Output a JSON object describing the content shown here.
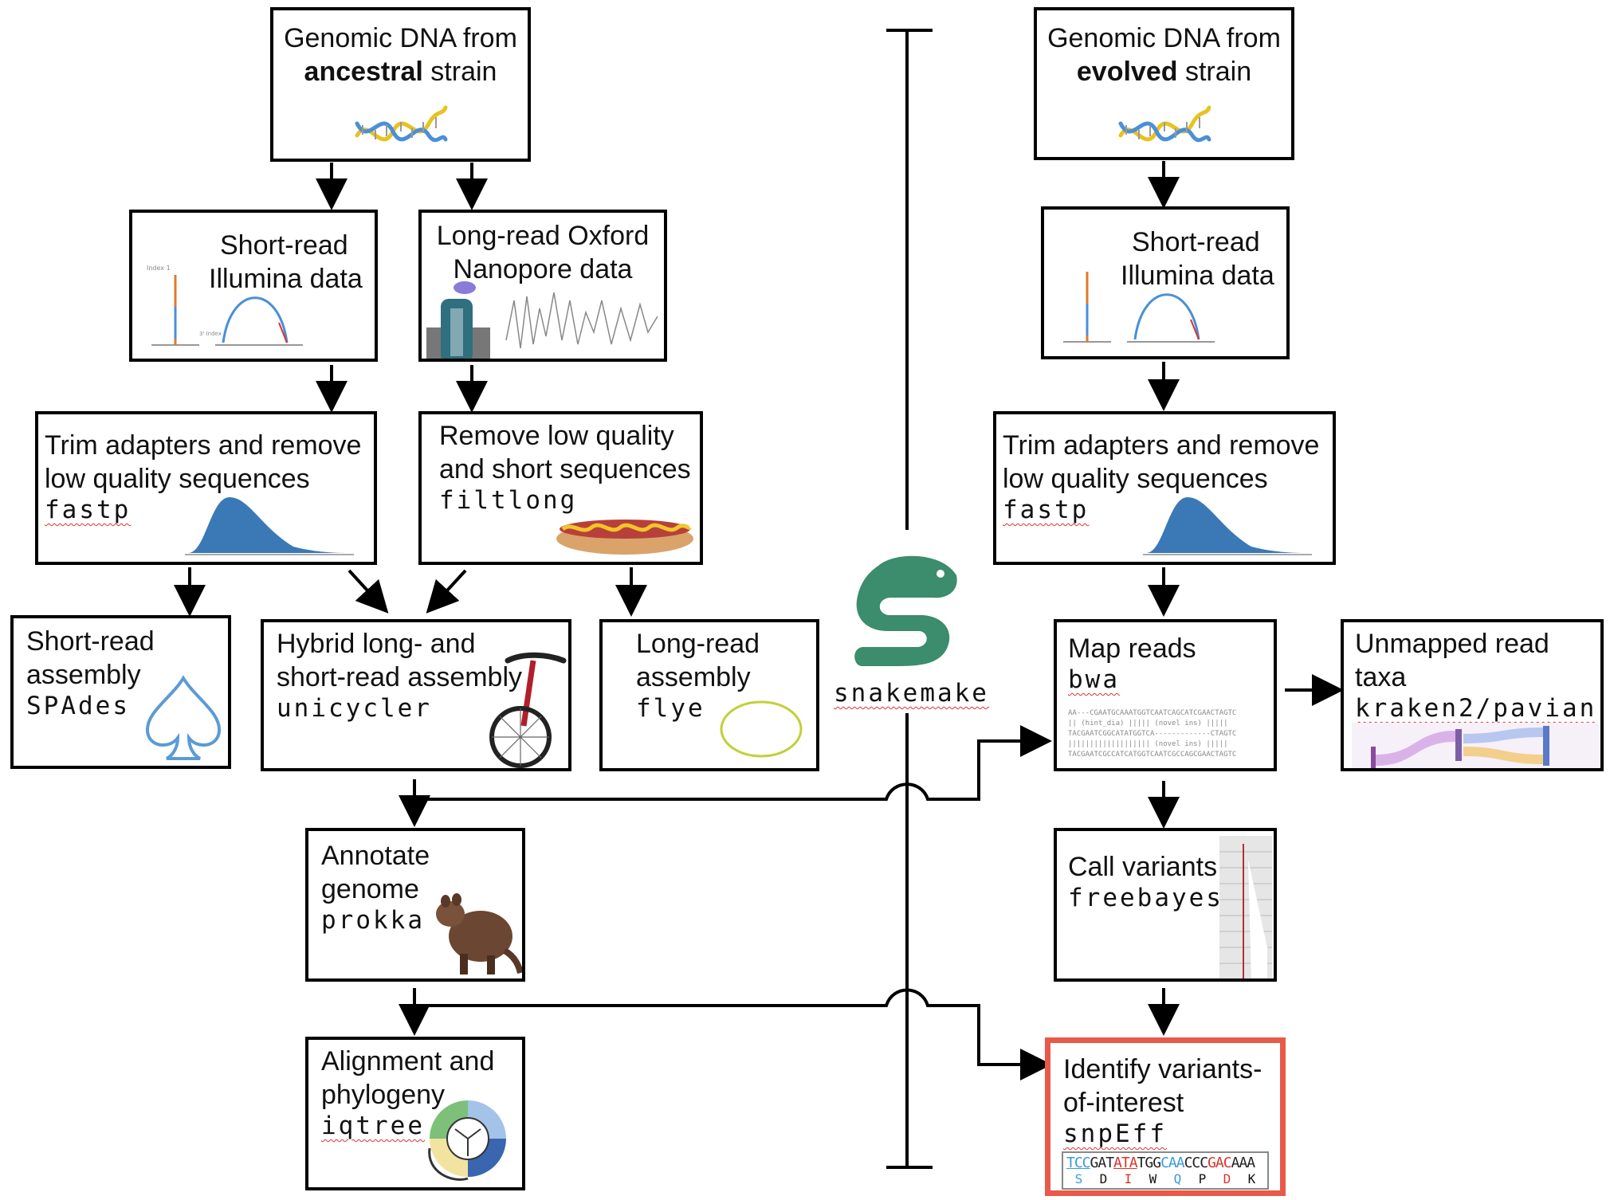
{
  "framework": {
    "label": "snakemake",
    "logo_icon": "snakemake-logo-icon",
    "logo_color": "#3c8c6e"
  },
  "left": {
    "source": {
      "line1": "Genomic DNA from",
      "bold": "ancestral",
      "rest": " strain",
      "icon": "dna-helix-icon"
    },
    "illumina": {
      "line1": "Short-read",
      "line2": "Illumina data"
    },
    "nanopore": {
      "line1": "Long-read Oxford",
      "line2": "Nanopore data"
    },
    "trim": {
      "line1": "Trim adapters and remove",
      "line2": "low quality sequences",
      "tool": "fastp"
    },
    "filter": {
      "line1": "Remove low quality",
      "line2": "and short sequences",
      "tool": "filtlong"
    },
    "spades": {
      "line1": "Short-read",
      "line2": "assembly",
      "tool": "SPAdes",
      "icon": "spade-icon"
    },
    "hybrid": {
      "line1": "Hybrid long- and",
      "line2": "short-read assembly",
      "tool": "unicycler",
      "icon": "unicycle-icon"
    },
    "longasm": {
      "line1": "Long-read",
      "line2": "assembly",
      "tool": "flye",
      "icon": "circular-genome-icon"
    },
    "annotate": {
      "line1": "Annotate",
      "line2": "genome",
      "tool": "prokka",
      "icon": "quokka-icon"
    },
    "phylo": {
      "line1": "Alignment and",
      "line2": "phylogeny",
      "tool": "iqtree",
      "icon": "iqtree-logo-icon"
    }
  },
  "right": {
    "source": {
      "line1": "Genomic DNA from",
      "bold": "evolved",
      "rest": " strain",
      "icon": "dna-helix-icon"
    },
    "illumina": {
      "line1": "Short-read",
      "line2": "Illumina data"
    },
    "trim": {
      "line1": "Trim adapters and remove",
      "line2": "low quality sequences",
      "tool": "fastp"
    },
    "map": {
      "line1": "Map reads",
      "tool": "bwa"
    },
    "unmapped": {
      "line1": "Unmapped read",
      "line2": "taxa",
      "tool": "kraken2/pavian"
    },
    "call": {
      "line1": "Call variants",
      "tool": "freebayes"
    },
    "identify": {
      "line1": "Identify variants-",
      "line2": "of-interest",
      "tool": "snpEff",
      "codons": [
        "TCC",
        "GAT",
        "ATA",
        "TGG",
        "CAA",
        "CCC",
        "GAC",
        "AAA"
      ],
      "aminoacids": [
        "S",
        "D",
        "I",
        "W",
        "Q",
        "P",
        "D",
        "K"
      ],
      "highlight_color": "#e8594a"
    }
  },
  "map_illustration": {
    "row1": "AA---CGAATGCAAATGGTCAATCAGCATCGAACTAGTC",
    "row2": "|| (hint_dia) |||||  (novel ins) |||||",
    "row3": "TACGAATCGGCATATGGTCA-------------CTAGTC",
    "row4": "|||||||||||||||||||  (novel ins) |||||",
    "row5": "TACGAATCGCCATCATGGTCAATCGCCAGCGAACTAGTC"
  }
}
